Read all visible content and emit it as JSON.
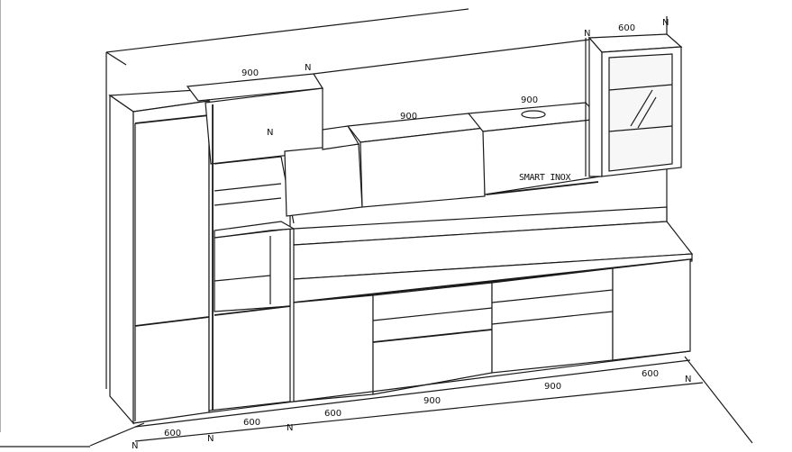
{
  "drawing": {
    "dimensions": {
      "top_left_wall": "900",
      "top_middle_wall": "900",
      "top_right_wall": "900",
      "top_glass_cabinet": "600",
      "bottom_tall": "600",
      "bottom_tall2": "600",
      "bottom_base1": "600",
      "bottom_base2": "900",
      "bottom_base3": "900",
      "bottom_base4": "600"
    },
    "markers": {
      "n_top_left": "N",
      "n_cabinet_door": "N",
      "n_glass_left": "N",
      "n_glass_right": "N",
      "n_bottom_1": "N",
      "n_bottom_2": "N",
      "n_bottom_3": "N",
      "n_bottom_4": "N"
    },
    "appliance_label": "SMART INOX"
  }
}
